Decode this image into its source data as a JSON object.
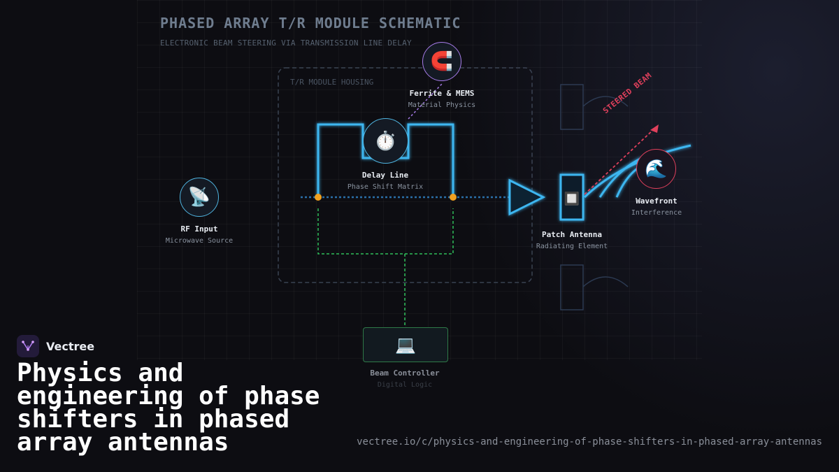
{
  "diagram": {
    "title": "PHASED ARRAY T/R MODULE SCHEMATIC",
    "subtitle": "ELECTRONIC BEAM STEERING VIA TRANSMISSION LINE DELAY",
    "housing_label": "T/R MODULE HOUSING",
    "beam_label": "STEERED BEAM",
    "nodes": {
      "rf_input": {
        "icon": "📡",
        "title": "RF Input",
        "subtitle": "Microwave Source",
        "color": "#4fb4e0"
      },
      "ferrite": {
        "icon": "🧲",
        "title": "Ferrite & MEMS",
        "subtitle": "Material Physics",
        "color": "#a67be8"
      },
      "delay_line": {
        "icon": "⏱️",
        "title": "Delay Line",
        "subtitle": "Phase Shift Matrix",
        "color": "#4fb4e0"
      },
      "patch_antenna": {
        "icon": "🔲",
        "title": "Patch Antenna",
        "subtitle": "Radiating Element",
        "color": "#4fb4e0"
      },
      "wavefront": {
        "icon": "🌊",
        "title": "Wavefront",
        "subtitle": "Interference",
        "color": "#e0405c"
      },
      "beam_controller": {
        "icon": "💻",
        "title": "Beam Controller",
        "subtitle": "Digital Logic",
        "color": "#2f7a48"
      }
    }
  },
  "brand": {
    "name": "Vectree"
  },
  "headline": "Physics and engineering of phase shifters in phased array antennas",
  "url": "vectree.io/c/physics-and-engineering-of-phase-shifters-in-phased-array-antennas"
}
